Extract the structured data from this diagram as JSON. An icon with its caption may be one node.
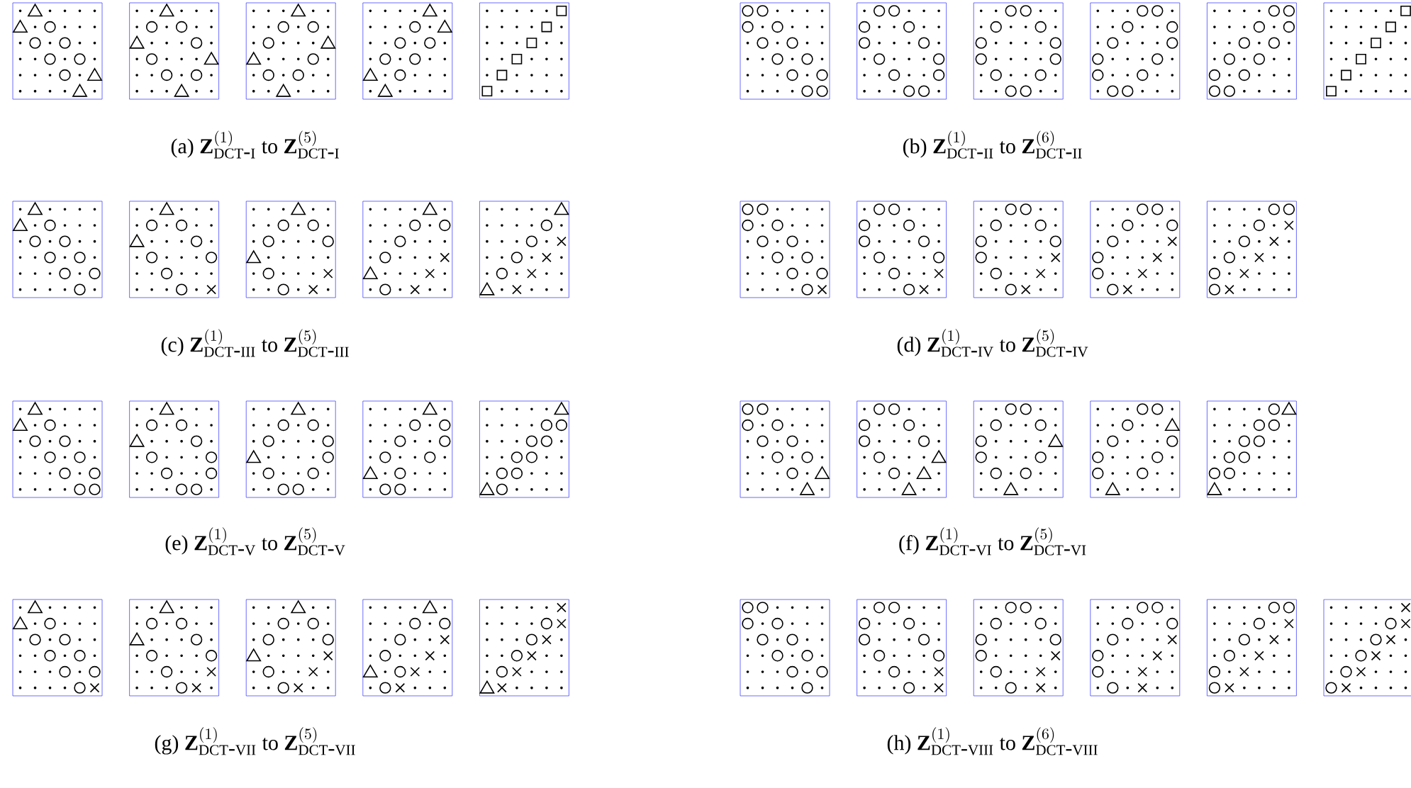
{
  "diagram": {
    "labels": [
      "(a)",
      "\\mathbf{Z}^{(1)}_{\\mathrm{DCT\\mbox{-}I}}",
      "to",
      "\\mathbf{Z}^{(5)}_{\\mathrm{DCT\\mbox{-}I}}",
      "(b)",
      "\\mathbf{Z}^{(1)}_{\\mathrm{DCT\\mbox{-}II}}",
      "to",
      "\\mathbf{Z}^{(6)}_{\\mathrm{DCT\\mbox{-}II}}",
      "(c)",
      "\\mathbf{Z}^{(1)}_{\\mathrm{DCT\\mbox{-}III}}",
      "to",
      "\\mathbf{Z}^{(5)}_{\\mathrm{DCT\\mbox{-}III}}",
      "(d)",
      "\\mathbf{Z}^{(1)}_{\\mathrm{DCT\\mbox{-}IV}}",
      "to",
      "\\mathbf{Z}^{(5)}_{\\mathrm{DCT\\mbox{-}IV}}",
      "(e)",
      "\\mathbf{Z}^{(1)}_{\\mathrm{DCT\\mbox{-}V}}",
      "to",
      "\\mathbf{Z}^{(5)}_{\\mathrm{DCT\\mbox{-}V}}",
      "(f)",
      "\\mathbf{Z}^{(1)}_{\\mathrm{DCT\\mbox{-}VI}}",
      "to",
      "\\mathbf{Z}^{(5)}_{\\mathrm{DCT\\mbox{-}VI}}",
      "(g)",
      "\\mathbf{Z}^{(1)}_{\\mathrm{DCT\\mbox{-}VII}}",
      "to",
      "\\mathbf{Z}^{(5)}_{\\mathrm{DCT\\mbox{-}VII}}",
      "(h)",
      "\\mathbf{Z}^{(1)}_{\\mathrm{DCT\\mbox{-}VIII}}",
      "to",
      "\\mathbf{Z}^{(6)}_{\\mathrm{DCT\\mbox{-}VIII}}"
    ]
  }
}
